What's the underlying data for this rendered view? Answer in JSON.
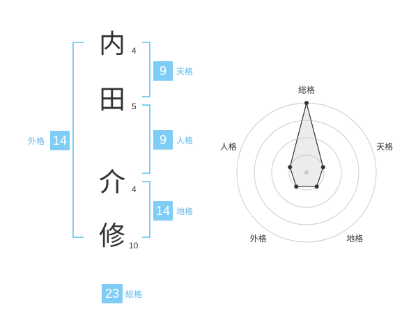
{
  "name": {
    "characters": [
      {
        "char": "内",
        "strokes": "4"
      },
      {
        "char": "田",
        "strokes": "5"
      },
      {
        "char": "介",
        "strokes": "4"
      },
      {
        "char": "修",
        "strokes": "10"
      }
    ]
  },
  "fortunes": {
    "tenkaku": {
      "label": "天格",
      "value": "9"
    },
    "jinkaku": {
      "label": "人格",
      "value": "9"
    },
    "chikaku": {
      "label": "地格",
      "value": "14"
    },
    "gaikaku": {
      "label": "外格",
      "value": "14"
    },
    "soukaku": {
      "label": "総格",
      "value": "23"
    }
  },
  "colors": {
    "accent": "#7fcdf5",
    "caption": "#5fb8ea",
    "text": "#333333"
  },
  "chart_data": {
    "type": "radar",
    "axes": [
      "総格",
      "天格",
      "地格",
      "外格",
      "人格"
    ],
    "values": [
      4,
      1,
      1,
      1,
      1
    ],
    "rlim": [
      0,
      4
    ],
    "grid": true,
    "rings": 4
  }
}
